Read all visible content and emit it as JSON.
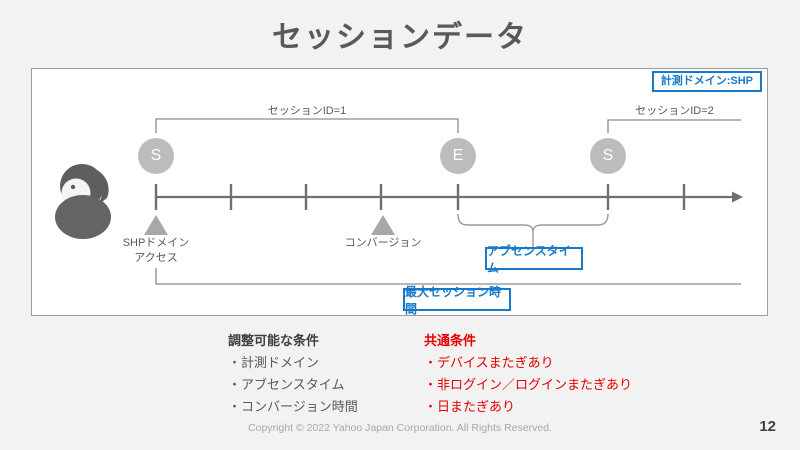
{
  "title": "セッションデータ",
  "diagram": {
    "badge": "計測ドメイン:SHP",
    "session1_label": "セッションID=1",
    "session2_label": "セッションID=2",
    "start_circle_1": "S",
    "end_circle": "E",
    "start_circle_2": "S",
    "marker_shp": [
      "SHPドメイン",
      "アクセス"
    ],
    "marker_conversion": "コンバージョン",
    "absence_label": "アブセンスタイム",
    "max_session_label": "最大セッション時間",
    "icons": {
      "person": "female-user-silhouette",
      "event_markers": "triangle-up",
      "timeline": "arrow-right"
    }
  },
  "notes": {
    "adjustable": {
      "title": "調整可能な条件",
      "items": [
        "・計測ドメイン",
        "・アブセンスタイム",
        "・コンバージョン時間"
      ]
    },
    "common": {
      "title": "共通条件",
      "items": [
        "・デバイスまたぎあり",
        "・非ログイン／ログインまたぎあり",
        "・日またぎあり"
      ]
    }
  },
  "footer": {
    "copyright": "Copyright © 2022 Yahoo Japan Corporation. All Rights Reserved.",
    "page_number": "12"
  },
  "colors": {
    "accent_blue": "#1779cb",
    "alert_red": "#e60000",
    "text_gray": "#595959",
    "shape_gray": "#bcbcbc"
  }
}
